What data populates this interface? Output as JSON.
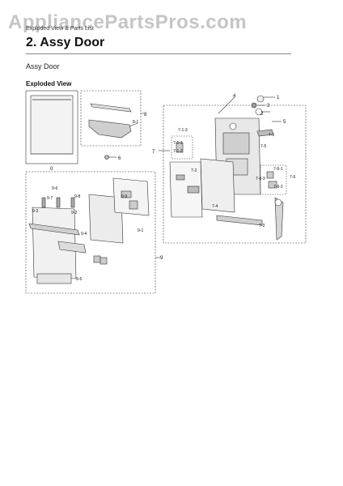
{
  "watermark": "AppliancePartsPros.com",
  "breadcrumb": "Exploded View & Parts List",
  "page_title": "2.  Assy Door",
  "section_label": "Assy Door",
  "view_label": "Exploded View",
  "callouts": {
    "c1": "1",
    "c2": "2",
    "c3": "3",
    "c4": "4",
    "c5": "5",
    "c6": "6",
    "c7": "7",
    "c8": "8",
    "c9": "9",
    "c0": "0",
    "c71": "7-1",
    "c72": "7-2",
    "c73": "7-3",
    "c74": "7-4",
    "c75": "7-5",
    "c76": "7-6",
    "c711": "7-1-1",
    "c712": "7-1-2",
    "c713": "7-1-3",
    "c761": "7-6-1",
    "c762": "7-6-2",
    "c763": "7-6-3",
    "c81": "8-1",
    "c91": "9-1",
    "c92": "9-2",
    "c93": "9-3",
    "c94": "9-4",
    "c95": "9-5",
    "c96": "9-6",
    "c97": "9-7",
    "c98": "9-8",
    "c99": "9-9"
  }
}
